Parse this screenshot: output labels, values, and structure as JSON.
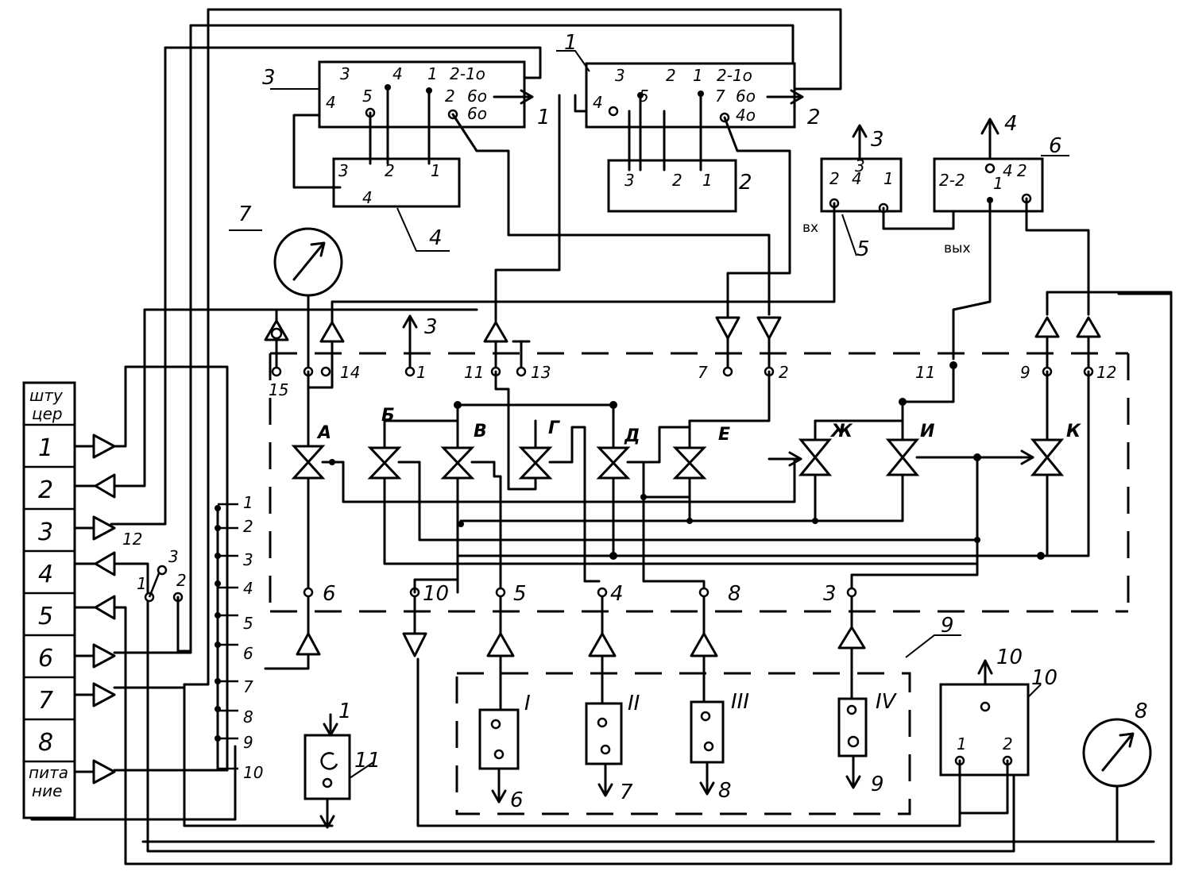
{
  "panel": {
    "header": "шту-\nцер",
    "rows": [
      "1",
      "2",
      "3",
      "4",
      "5",
      "6",
      "7",
      "8"
    ],
    "footer": "пита-\nние"
  },
  "selector_labels": [
    "12",
    "3",
    "2",
    "1"
  ],
  "terminal_labels": [
    "1",
    "2",
    "3",
    "4",
    "5",
    "6",
    "7",
    "8",
    "9",
    "10"
  ],
  "valves": [
    "А",
    "Б",
    "В",
    "Г",
    "Д",
    "Е",
    "Ж",
    "И",
    "К"
  ],
  "top_ports": [
    "15",
    "14",
    "3",
    "1",
    "11",
    "13",
    "7",
    "2",
    "11",
    "9",
    "12"
  ],
  "bottom_ports": [
    "6",
    "10",
    "5",
    "4",
    "8",
    "3"
  ],
  "sources": [
    "I",
    "II",
    "III",
    "IV"
  ],
  "source_outputs": [
    "6",
    "7",
    "8",
    "9"
  ],
  "units": {
    "u1": {
      "label": "1",
      "pins": [
        "3",
        "2",
        "1",
        "2-1о",
        "4",
        "5",
        "7",
        "6о",
        "4о"
      ],
      "out": "2"
    },
    "u2": {
      "label": "2",
      "pins": [
        "3",
        "2",
        "1"
      ]
    },
    "u3": {
      "label": "3",
      "pins": [
        "3",
        "4",
        "1",
        "2-1о",
        "4",
        "5",
        "2",
        "6о",
        "6о"
      ],
      "out": "1"
    },
    "u4": {
      "label": "4",
      "pins": [
        "3",
        "2",
        "1",
        "4"
      ]
    },
    "u5": {
      "label": "5",
      "pins": [
        "2",
        "4",
        "1",
        "3"
      ],
      "in_label": "вх",
      "out": "3"
    },
    "u6": {
      "label": "6",
      "pins": [
        "2-2",
        "4",
        "1",
        "2"
      ],
      "out_label": "вых",
      "out": "4"
    },
    "u10": {
      "label": "10",
      "pins": [
        "1",
        "2"
      ],
      "out": "10"
    },
    "u11": {
      "label": "11",
      "in": "1"
    }
  },
  "gauges": [
    "7",
    "8"
  ],
  "callout_9": "9"
}
